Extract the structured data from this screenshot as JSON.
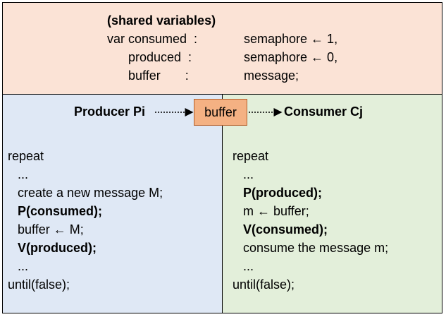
{
  "shared": {
    "title": "(shared variables)",
    "rows": [
      {
        "left": "var consumed  :",
        "right": "semaphore ← 1,"
      },
      {
        "left": "produced  :",
        "right": "semaphore ← 0,"
      },
      {
        "left": "buffer       :",
        "right": "message;"
      }
    ]
  },
  "flow": {
    "producer": "Producer Pi",
    "buffer": "buffer",
    "consumer": "Consumer Cj"
  },
  "producer_code": [
    "repeat",
    "...",
    "create a new message M;",
    "P(consumed);",
    "buffer ← M;",
    "V(produced);",
    "...",
    "until(false);"
  ],
  "consumer_code": [
    "repeat",
    "...",
    "P(produced);",
    "m ← buffer;",
    "V(consumed);",
    "consume the message m;",
    "...",
    "until(false);"
  ],
  "colors": {
    "shared_bg": "#fbe3d6",
    "producer_bg": "#dfe8f5",
    "consumer_bg": "#e3efda",
    "buffer_fill": "#f4b183"
  }
}
